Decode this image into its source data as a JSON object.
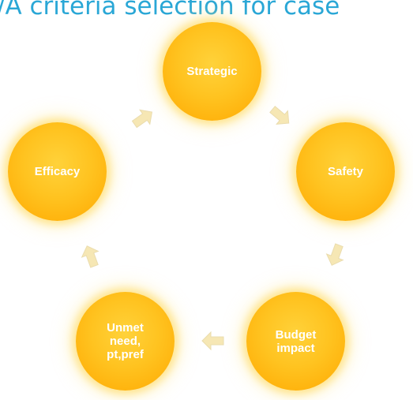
{
  "title": "/A criteria selection for case",
  "cycle": {
    "nodes": [
      {
        "id": "strategic",
        "label": "Strategic"
      },
      {
        "id": "safety",
        "label": "Safety"
      },
      {
        "id": "budget",
        "label": "Budget\nimpact"
      },
      {
        "id": "unmet",
        "label": "Unmet\nneed,\npt,pref"
      },
      {
        "id": "efficacy",
        "label": "Efficacy"
      }
    ],
    "colors": {
      "node_fill": "#ffc320",
      "node_glow": "#ffe58a",
      "arrow_fill": "#f6e7b4",
      "label_text": "#ffffff",
      "title_text": "#2aa7d6"
    }
  }
}
